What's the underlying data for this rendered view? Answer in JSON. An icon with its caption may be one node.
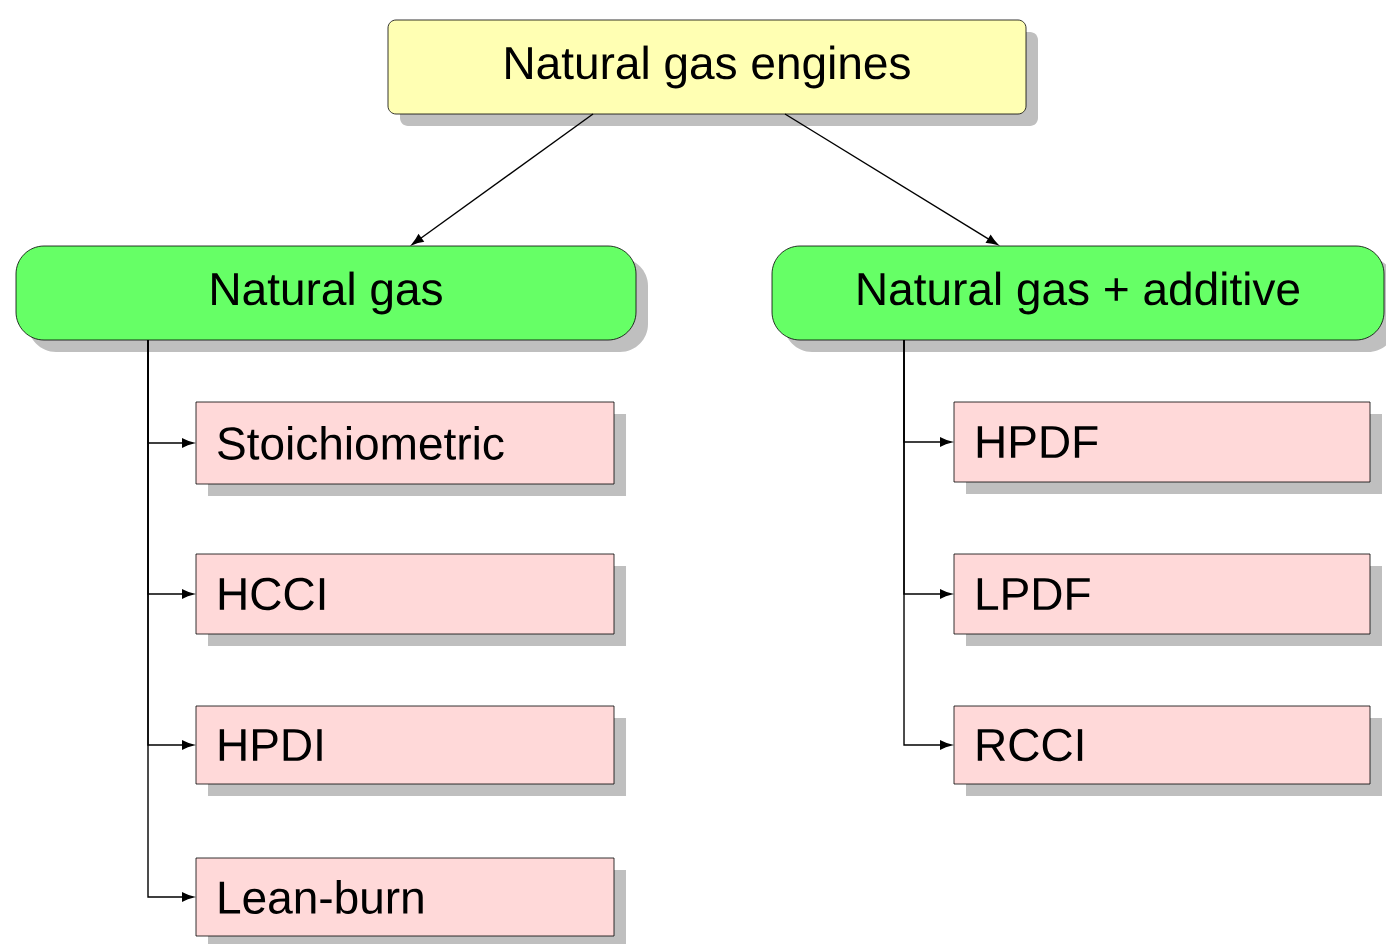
{
  "diagram": {
    "nodes": [
      {
        "text": [
          "Natural gas engines"
        ]
      },
      {
        "text": [
          "Natural gas"
        ]
      },
      {
        "text": [
          "Natural gas + additive"
        ]
      },
      {
        "text": [
          "Stoichiometric"
        ]
      },
      {
        "text": [
          "HCCI"
        ]
      },
      {
        "text": [
          "HPDI"
        ]
      },
      {
        "text": [
          "Lean-burn"
        ]
      },
      {
        "text": [
          "HPDF"
        ]
      },
      {
        "text": [
          "LPDF"
        ]
      },
      {
        "text": [
          "RCCI"
        ]
      }
    ],
    "edges": [
      {
        "from": 0,
        "to": 1,
        "arrow": "to"
      },
      {
        "from": 0,
        "to": 2,
        "arrow": "to"
      },
      {
        "from": 1,
        "to": 3,
        "arrow": "to"
      },
      {
        "from": 1,
        "to": 4,
        "arrow": "to"
      },
      {
        "from": 1,
        "to": 5,
        "arrow": "to"
      },
      {
        "from": 1,
        "to": 6,
        "arrow": "to"
      },
      {
        "from": 2,
        "to": 7,
        "arrow": "to"
      },
      {
        "from": 2,
        "to": 8,
        "arrow": "to"
      },
      {
        "from": 2,
        "to": 9,
        "arrow": "to"
      }
    ]
  }
}
